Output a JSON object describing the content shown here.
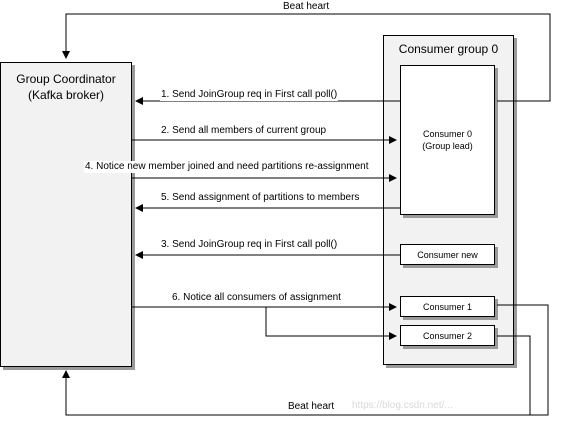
{
  "coordinator": {
    "title_line1": "Group Coordinator",
    "title_line2": "(Kafka broker)"
  },
  "group": {
    "title": "Consumer group 0"
  },
  "consumers": {
    "c0_line1": "Consumer 0",
    "c0_line2": "(Group lead)",
    "new": "Consumer new",
    "c1": "Consumer 1",
    "c2": "Consumer 2"
  },
  "messages": {
    "m1": "1. Send JoinGroup req in First call poll()",
    "m2": "2. Send all members of current group",
    "m3": "3. Send JoinGroup req in First call poll()",
    "m4": "4. Notice new member joined and need partitions re-assignment",
    "m5": "5. Send assignment of partitions to members",
    "m6": "6. Notice all consumers of assignment"
  },
  "heartbeats": {
    "top": "Beat heart",
    "bottom": "Beat heart"
  },
  "watermark": "https://blog.csdn.net/..."
}
